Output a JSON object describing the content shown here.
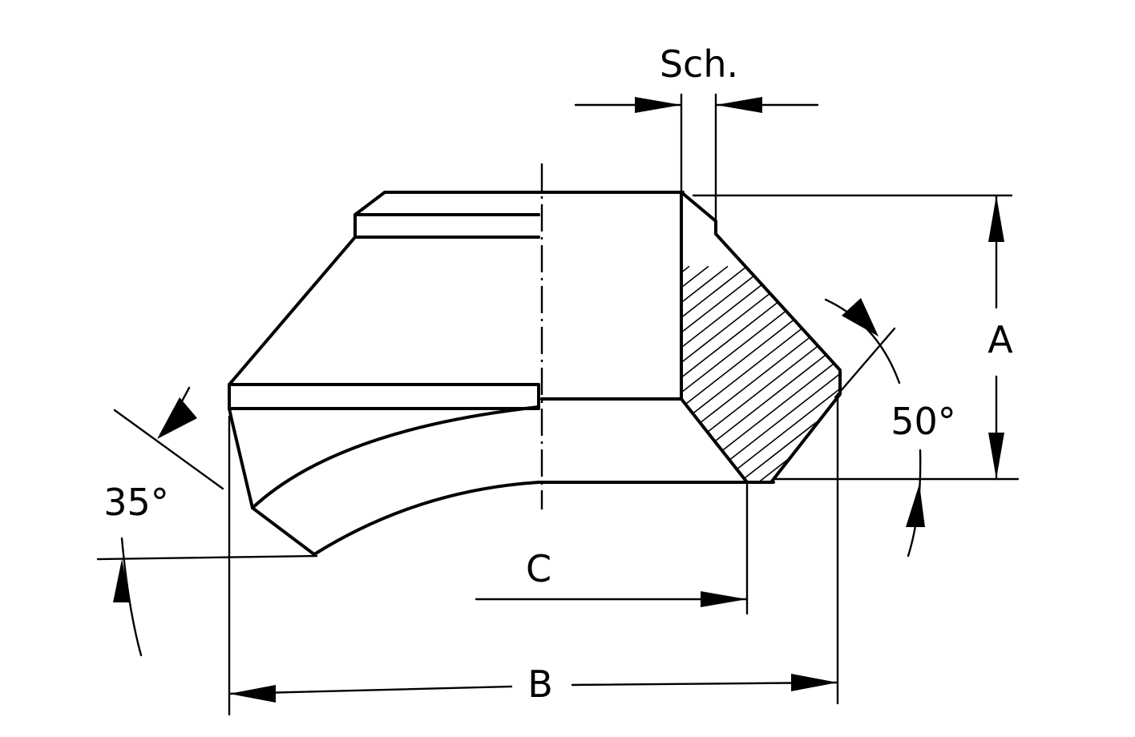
{
  "labels": {
    "sch": "Sch.",
    "a": "A",
    "b": "B",
    "c": "C",
    "angle_50": "50°",
    "angle_35": "35°"
  }
}
